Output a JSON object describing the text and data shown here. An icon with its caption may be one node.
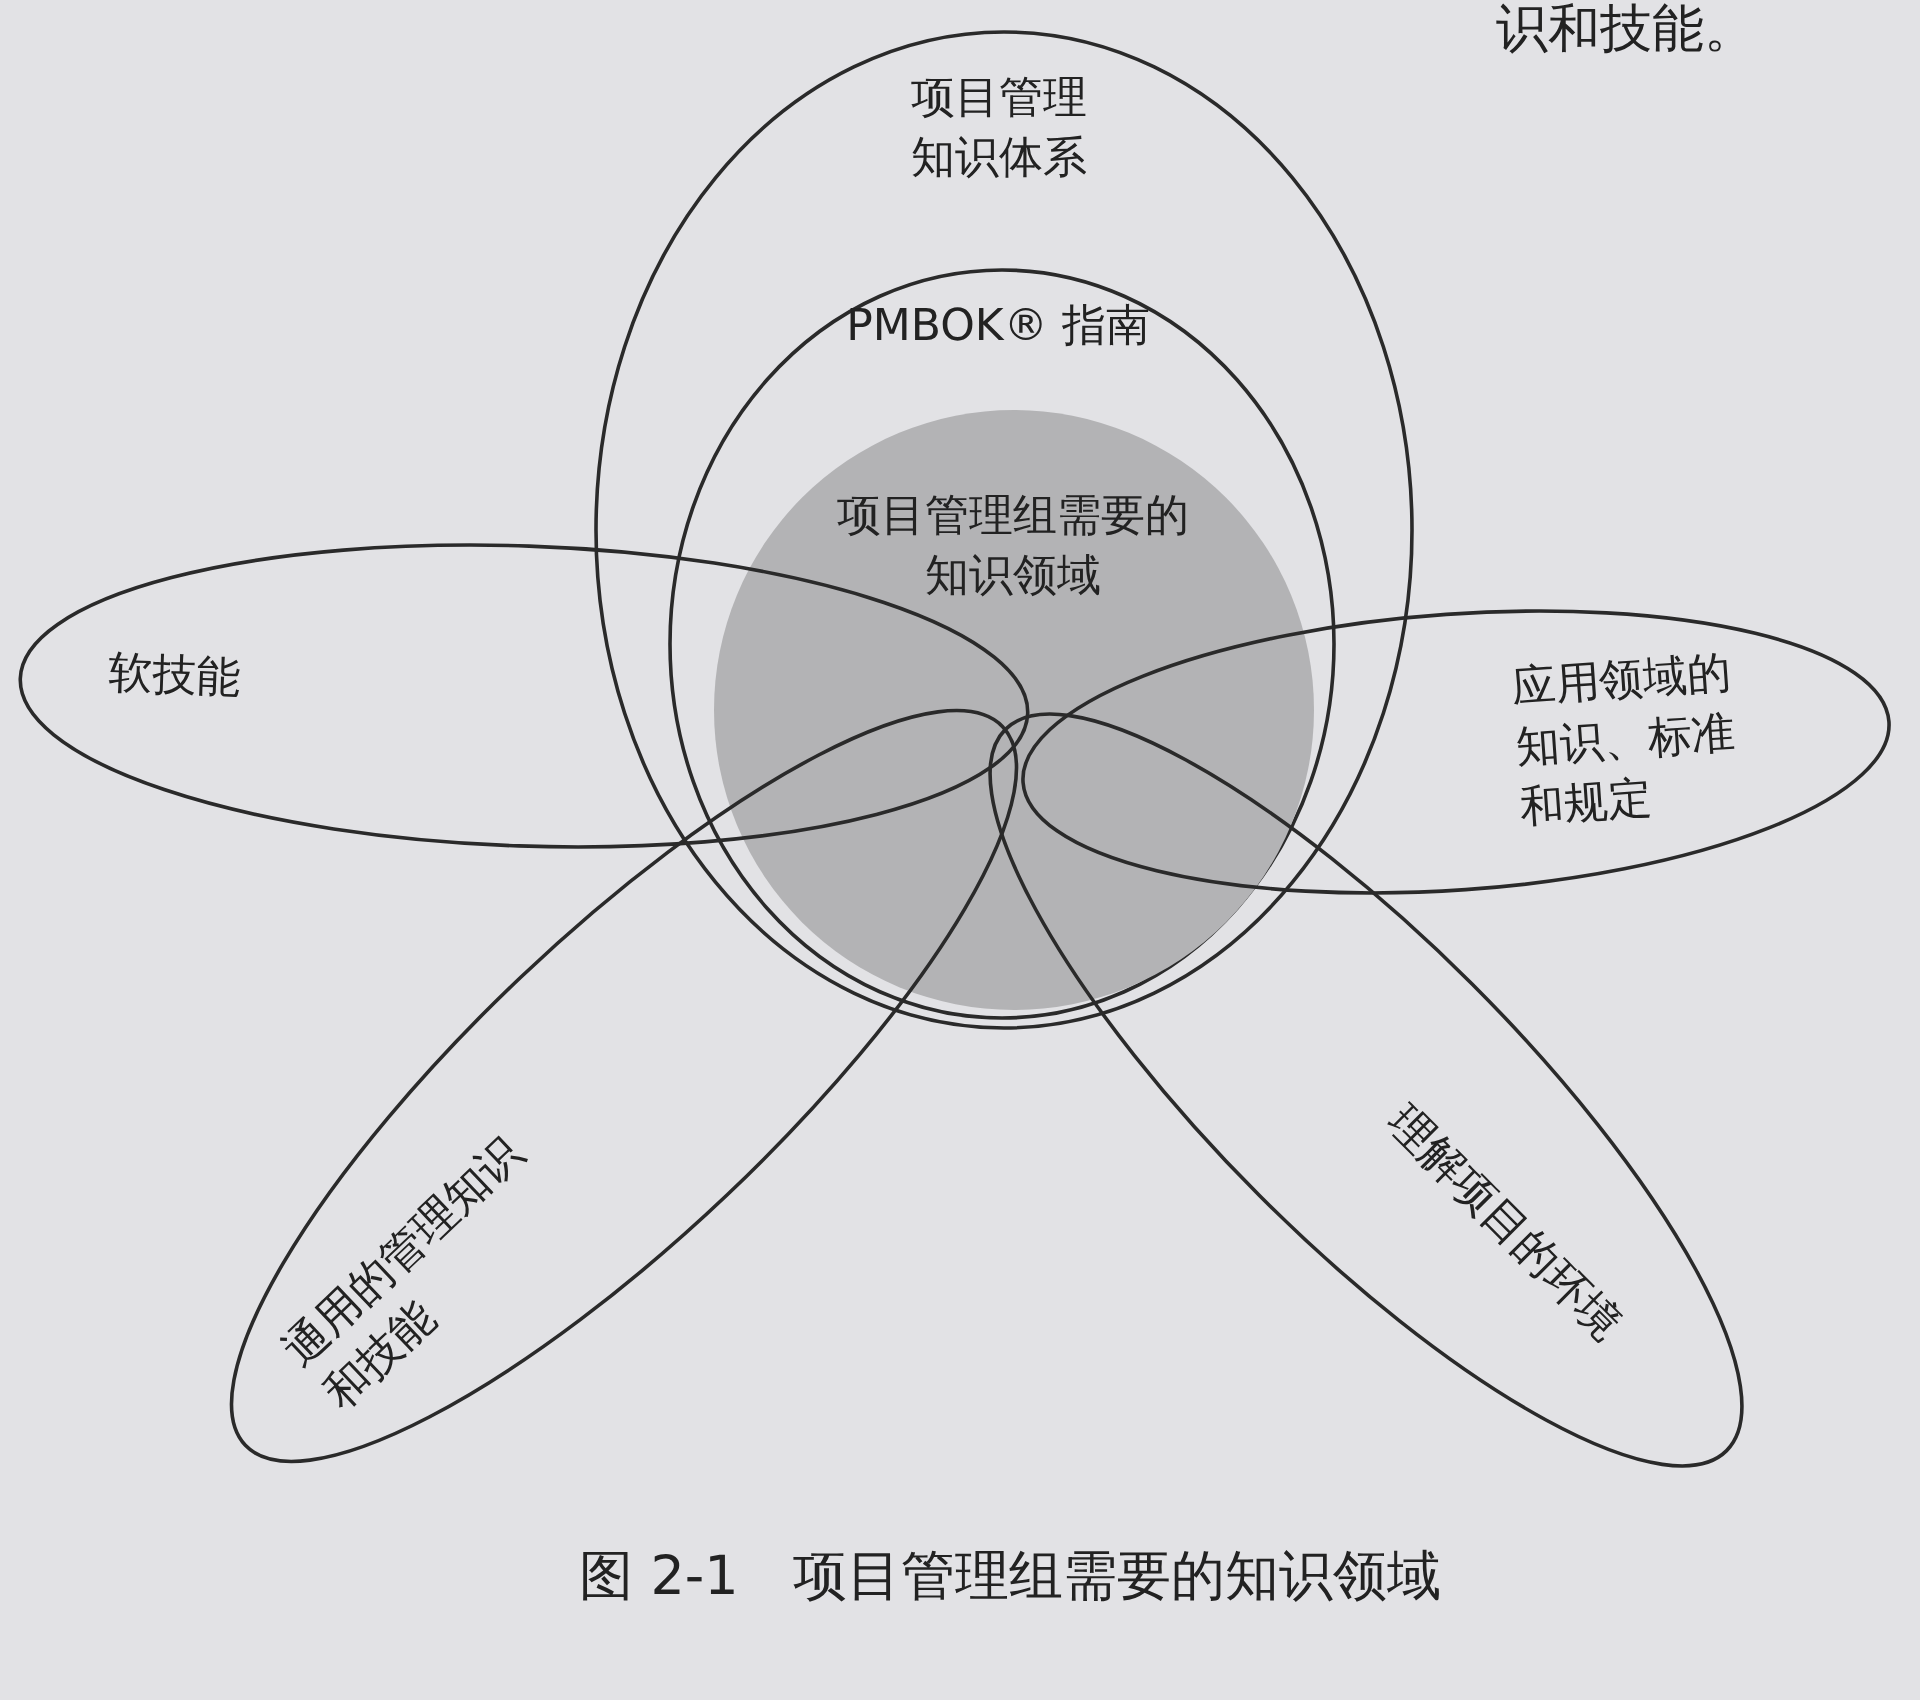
{
  "diagram": {
    "caption": "图 2-1　项目管理组需要的知识领域",
    "nodes": [
      {
        "text": [
          "项目管理知识体系"
        ]
      },
      {
        "text": [
          "PMBOK® 指南"
        ],
        "in": 0
      },
      {
        "text": [
          "项目管理组需要的知识领域"
        ],
        "in": 1
      },
      {
        "text": [
          "软技能"
        ]
      },
      {
        "text": [
          "应用领域的知识、标准和规定"
        ]
      },
      {
        "text": [
          "通用的管理知识和技能"
        ]
      },
      {
        "text": [
          "理解项目的环境"
        ]
      }
    ],
    "labels": [
      "识和技能。"
    ]
  }
}
